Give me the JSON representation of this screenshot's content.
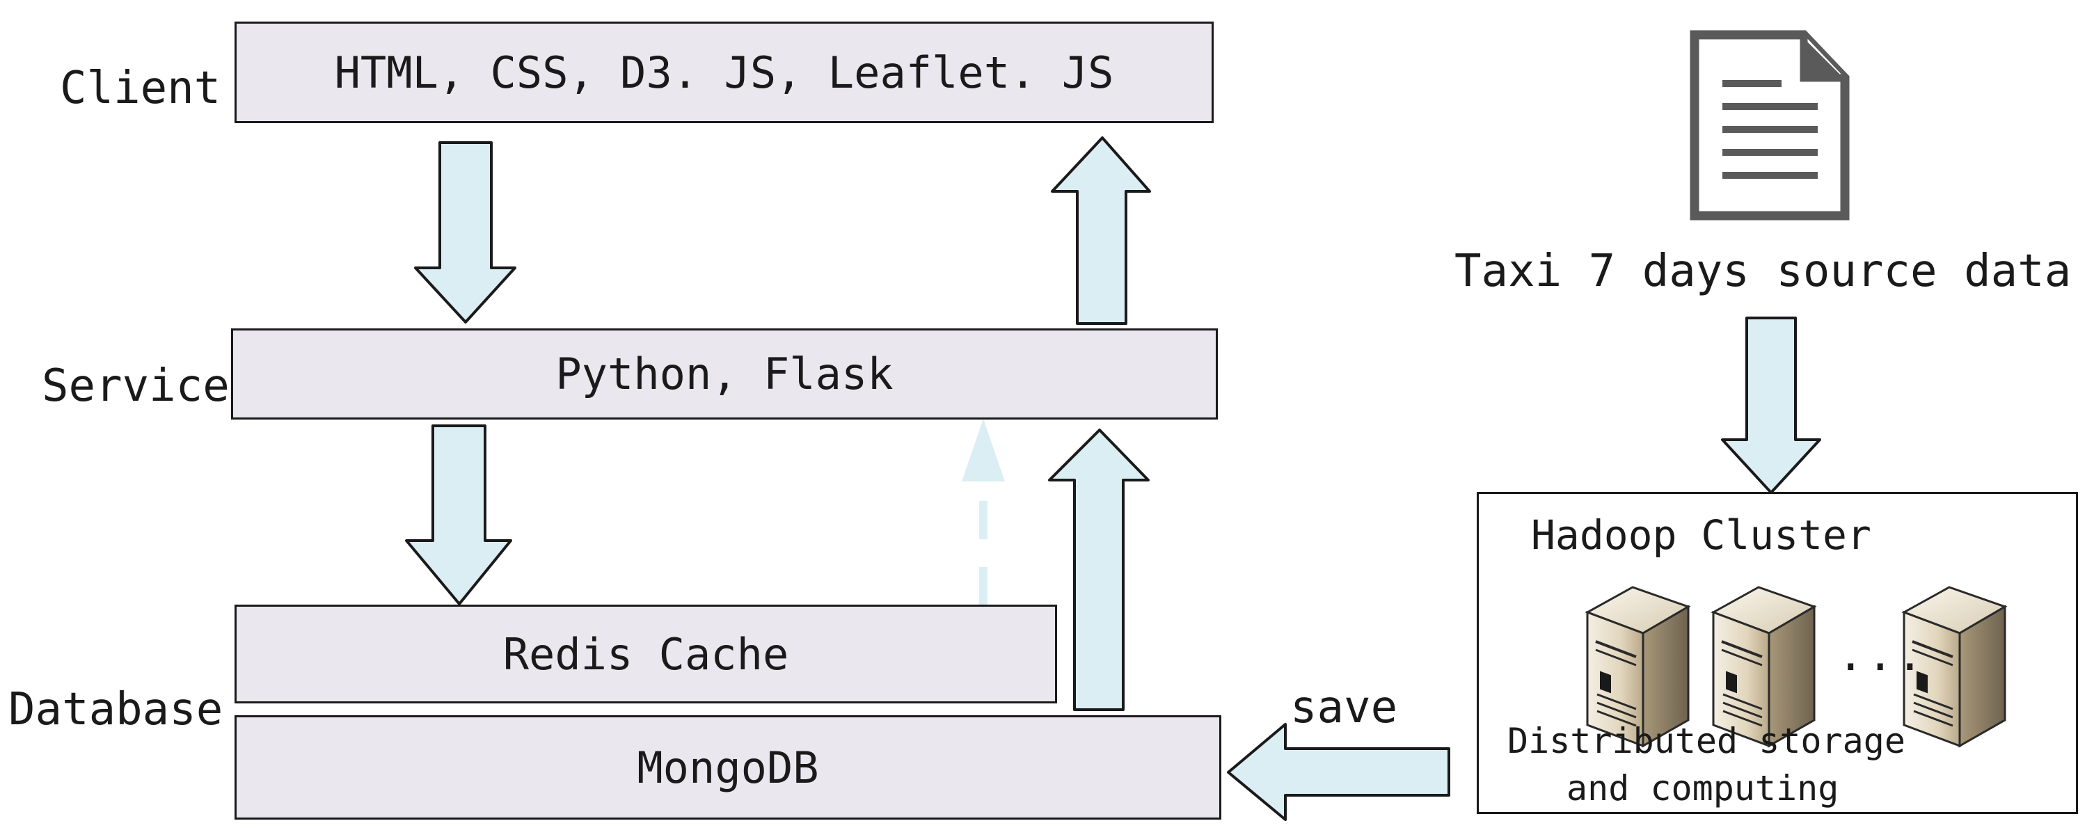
{
  "layers": {
    "client": "Client",
    "service": "Service",
    "database": "Database"
  },
  "boxes": {
    "client_tech": "HTML, CSS, D3. JS, Leaflet. JS",
    "service_tech": "Python, Flask",
    "redis": "Redis Cache",
    "mongodb": "MongoDB"
  },
  "source": {
    "label": "Taxi 7 days source data",
    "icon": "document-icon"
  },
  "cluster": {
    "title": "Hadoop Cluster",
    "ellipsis": "...",
    "caption_line1": "Distributed storage",
    "caption_line2": "and computing",
    "icon": "server-icon"
  },
  "edges": {
    "save": "save"
  },
  "colors": {
    "box_fill": "#ebe7ef",
    "arrow_fill": "#dbeef3",
    "dashed_arrow": "#dbeef3",
    "document_gray": "#5a5a5a",
    "server_beige": "#e7dcc7"
  }
}
